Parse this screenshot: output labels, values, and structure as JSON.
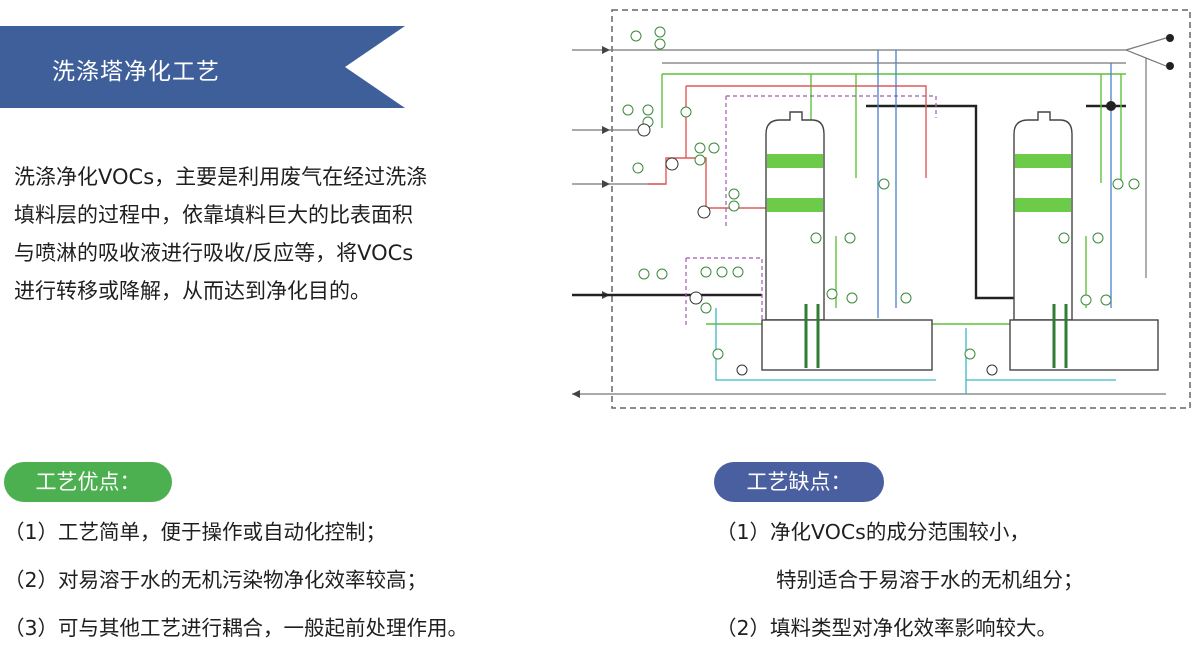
{
  "header": {
    "title": "洗涤塔净化工艺"
  },
  "intro": {
    "lines": [
      "洗涤净化VOCs，主要是利用废气在经过洗涤",
      "填料层的过程中，依靠填料巨大的比表面积",
      "与喷淋的吸收液进行吸收/反应等，将VOCs",
      "进行转移或降解，从而达到净化目的。"
    ]
  },
  "advantages": {
    "label": "工艺优点：",
    "items": [
      "（1）工艺简单，便于操作或自动化控制；",
      "（2）对易溶于水的无机污染物净化效率较高；",
      "（3）可与其他工艺进行耦合，一般起前处理作用。"
    ]
  },
  "disadvantages": {
    "label": "工艺缺点：",
    "items": [
      "（1）净化VOCs的成分范围较小，",
      "特别适合于易溶于水的无机组分；",
      "（2）填料类型对净化效率影响较大。"
    ]
  },
  "colors": {
    "banner": "#3f5f9a",
    "advantages_pill": "#4caf50",
    "disadvantages_pill": "#4a5fa0",
    "pipe_green": "#5fc13a",
    "pipe_red": "#e05a5a",
    "pipe_blue": "#4a7fd0",
    "pipe_purple": "#a05ab0",
    "pipe_cyan": "#3bb8c8"
  }
}
